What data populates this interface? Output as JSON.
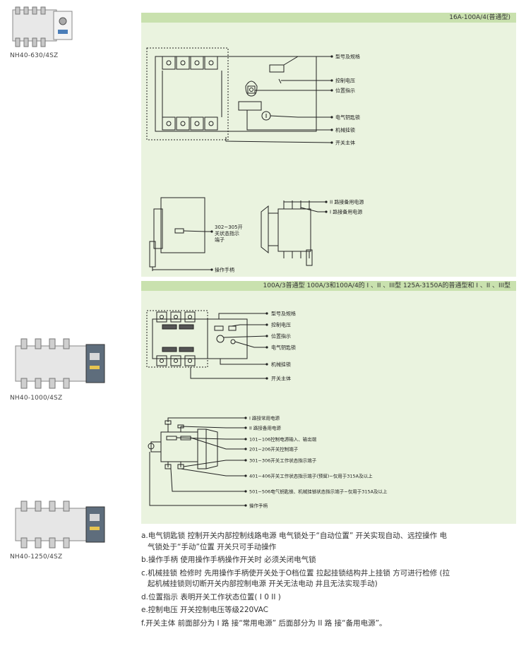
{
  "products": [
    {
      "model": "NH40-630/4SZ",
      "image_icon": "switch-630-photo"
    },
    {
      "model": "NH40-1000/4SZ",
      "image_icon": "switch-1000-photo"
    },
    {
      "model": "NH40-1250/4SZ",
      "image_icon": "switch-1250-photo"
    }
  ],
  "section1": {
    "header": "16A-100A/4(普通型)",
    "front_labels": [
      "型号及规格",
      "控制电压",
      "位置指示",
      "电气钥匙锁",
      "机械挂锁",
      "开关主体"
    ],
    "side_labels": [
      "II 路接备用电源",
      "I 路接备用电源"
    ],
    "terminal_label_lines": [
      "302~305开",
      "关状态指示",
      "端子"
    ],
    "handle_label": "操作手柄"
  },
  "section2": {
    "header": "100A/3普通型   100A/3和100A/4的 I 、II 、III型   125A-3150A的普通型和 I 、II 、III型",
    "front_labels": [
      "型号及规格",
      "控制电压",
      "位置指示",
      "电气钥匙锁",
      "机械挂锁",
      "开关主体"
    ],
    "side_labels": [
      "I 路接常用电源",
      "II 路接备用电源",
      "101~106控制电源输入、输出端",
      "201~206开关控制端子",
      "301~306开关工作状态指示端子",
      "401~406开关工作状态指示端子(预留)~仅用于315A及以上",
      "501~506电气钥匙锁、机械挂锁状态指示端子~仅用于315A及以上",
      "操作手柄"
    ]
  },
  "notes": {
    "a_line1": "a.电气钥匙锁   控制开关内部控制线路电源   电气锁处于“自动位置”   开关实现自动、远控操作   电",
    "a_line2": "气锁处于“手动”位置   开关只可手动操作",
    "b": "b.操作手柄   使用操作手柄操作开关时   必须关闭电气锁",
    "c_line1": "c.机械挂锁   检修时   先用操作手柄使开关处于O档位置   拉起挂锁结构井上挂锁   方可进行检修   (拉",
    "c_line2": "起机械挂锁则切断开关内部控制电源   开关无法电动   井且无法实现手动)",
    "d": "d.位置指示   表明开关工作状态位置( I    0    II )",
    "e": "e.控制电压   开关控制电压等级220VAC",
    "f": "f.开关主体   前面部分为 I 路   接“常用电源”   后面部分为 II 路   接“备用电源”。"
  },
  "colors": {
    "band": "#c9e1ae",
    "panel": "#eaf3df",
    "line": "#222222"
  }
}
